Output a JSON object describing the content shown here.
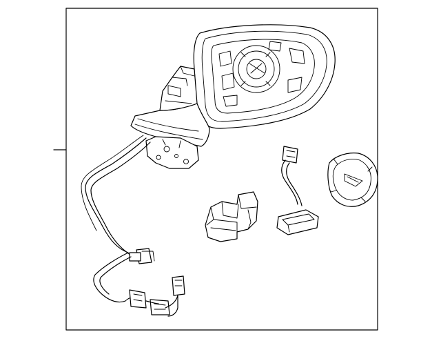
{
  "diagram": {
    "kind": "exploded parts diagram",
    "parts": [
      {
        "name": "mirror-assembly"
      },
      {
        "name": "wiring-harness"
      },
      {
        "name": "actuator-motor"
      },
      {
        "name": "turn-signal-lamp"
      },
      {
        "name": "mirror-glass-backing"
      }
    ],
    "colors": {
      "line": "#000000",
      "background": "#ffffff"
    }
  }
}
